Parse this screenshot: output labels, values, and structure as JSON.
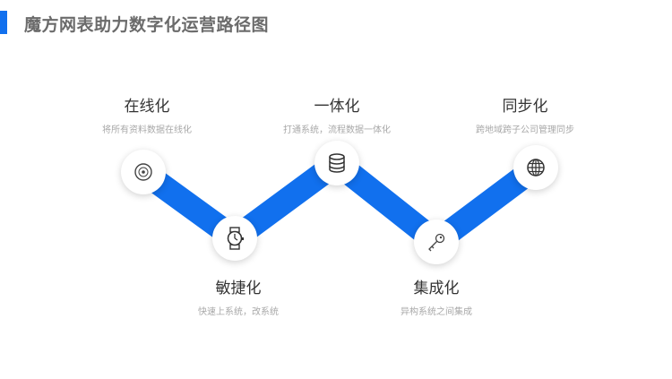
{
  "header": {
    "title": "魔方网表助力数字化运营路径图"
  },
  "colors": {
    "accent": "#1170ee"
  },
  "steps": [
    {
      "title": "在线化",
      "desc": "将所有资料数据在线化",
      "icon": "disc-icon"
    },
    {
      "title": "敏捷化",
      "desc": "快速上系统，改系统",
      "icon": "watch-icon"
    },
    {
      "title": "一体化",
      "desc": "打通系统，流程数据一体化",
      "icon": "database-icon"
    },
    {
      "title": "集成化",
      "desc": "异构系统之间集成",
      "icon": "key-icon"
    },
    {
      "title": "同步化",
      "desc": "跨地域跨子公司管理同步",
      "icon": "globe-icon"
    }
  ]
}
